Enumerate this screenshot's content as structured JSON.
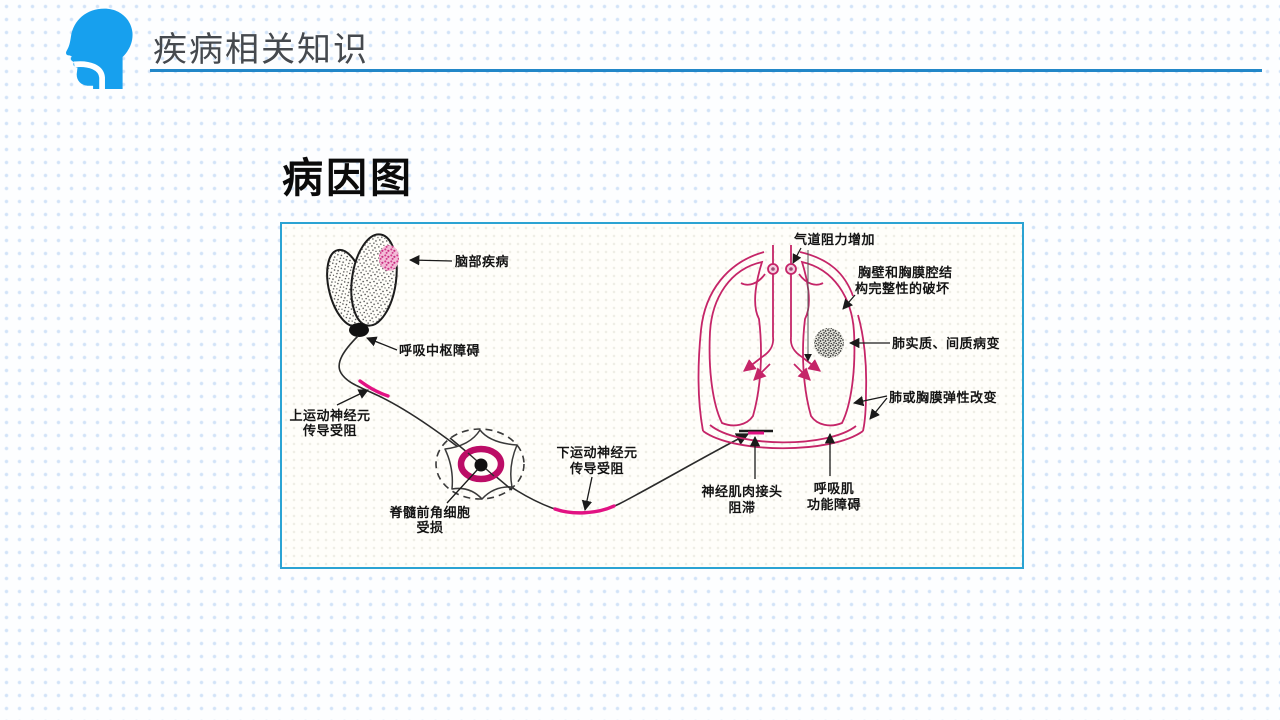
{
  "header": {
    "title": "疾病相关知识",
    "accent_color": "#2287c8",
    "icon_color": "#17a0ee"
  },
  "slide": {
    "title": "病因图"
  },
  "diagram": {
    "border_color": "#2ba3d3",
    "outline_color": "#c52568",
    "highlight_color": "#e21283",
    "labels": {
      "brain_disease": "脑部疾病",
      "respiratory_center_disorder": "呼吸中枢障碍",
      "upper_motor_neuron": [
        "上运动神经元",
        "传导受阻"
      ],
      "anterior_horn_cells": [
        "脊髓前角细胞",
        "受损"
      ],
      "lower_motor_neuron": [
        "下运动神经元",
        "传导受阻"
      ],
      "airway_resistance": "气道阻力增加",
      "chest_wall_integrity": [
        "胸壁和胸膜腔结",
        "构完整性的破坏"
      ],
      "lung_parenchyma": "肺实质、间质病变",
      "lung_elasticity": "肺或胸膜弹性改变",
      "neuromuscular_junction": [
        "神经肌肉接头",
        "阻滞"
      ],
      "respiratory_muscle": [
        "呼吸肌",
        "功能障碍"
      ]
    }
  }
}
